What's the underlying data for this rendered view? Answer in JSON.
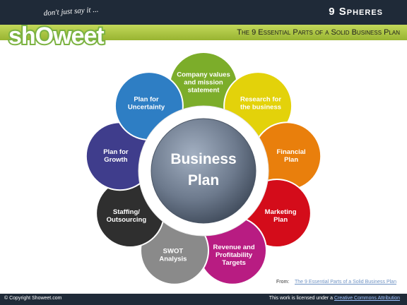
{
  "header": {
    "title": "9 Spheres",
    "subtitle": "The 9 Essential Parts of a Solid Business Plan"
  },
  "logo": {
    "tagline": "don't just say it ...",
    "brand": "shOweet"
  },
  "diagram": {
    "center": {
      "line1": "Business",
      "line2": "Plan"
    },
    "spheres": [
      {
        "lines": [
          "Company values",
          "and mission",
          "statement"
        ],
        "color": "#7cad2a"
      },
      {
        "lines": [
          "Research for",
          "the business"
        ],
        "color": "#e3d20a"
      },
      {
        "lines": [
          "Financial",
          "Plan"
        ],
        "color": "#e97f0c"
      },
      {
        "lines": [
          "Marketing",
          "Plan"
        ],
        "color": "#d40c1a"
      },
      {
        "lines": [
          "Revenue and",
          "Profitability",
          "Targets"
        ],
        "color": "#b81c82"
      },
      {
        "lines": [
          "SWOT",
          "Analysis"
        ],
        "color": "#8a8a8a"
      },
      {
        "lines": [
          "Staffing/",
          "Outsourcing"
        ],
        "color": "#2f2f2f"
      },
      {
        "lines": [
          "Plan for",
          "Growth"
        ],
        "color": "#3f3d8c"
      },
      {
        "lines": [
          "Plan for",
          "Uncertainty"
        ],
        "color": "#2e7ec4"
      }
    ]
  },
  "source": {
    "label": "From:",
    "link": "The 9 Essential Parts of a Solid Business Plan"
  },
  "footer": {
    "copyright": "© Copyright Showeet.com",
    "license_text": "This work is licensed under a ",
    "license_link": "Creative Commons Attribution"
  }
}
